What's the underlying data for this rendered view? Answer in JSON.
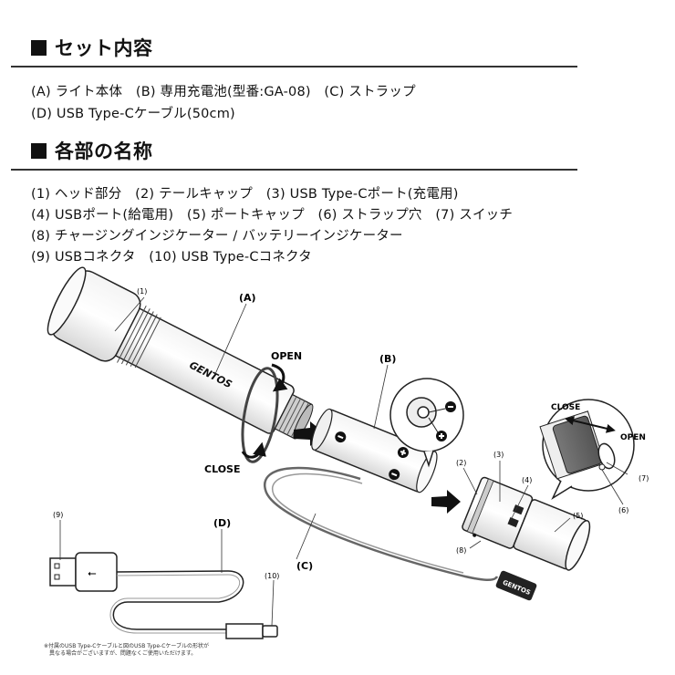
{
  "section1": {
    "title": "セット内容",
    "lines": [
      "(A) ライト本体　(B) 専用充電池(型番:GA-08)　(C) ストラップ",
      "(D) USB Type-Cケーブル(50cm)"
    ]
  },
  "section2": {
    "title": "各部の名称",
    "lines": [
      "(1) ヘッド部分　(2) テールキャップ　(3) USB Type-Cポート(充電用)",
      "(4) USBポート(給電用)　(5) ポートキャップ　(6) ストラップ穴　(7) スイッチ",
      "(8) チャージングインジケーター / バッテリーインジケーター",
      "(9) USBコネクタ　(10) USB Type-Cコネクタ"
    ]
  },
  "diagram": {
    "labels": {
      "l1": "(1)",
      "lA": "(A)",
      "lB": "(B)",
      "lC": "(C)",
      "lD": "(D)",
      "l2": "(2)",
      "l3": "(3)",
      "l4": "(4)",
      "l5": "(5)",
      "l6": "(6)",
      "l7": "(7)",
      "l8": "(8)",
      "l9": "(9)",
      "l10": "(10)"
    },
    "open": "OPEN",
    "close": "CLOSE",
    "close_small": "CLOSE",
    "open_small": "OPEN",
    "brand": "GENTOS",
    "strap_brand": "GENTOS",
    "plus": "+",
    "minus": "−"
  },
  "note": {
    "line1": "※付属のUSB Type-Cケーブルと図のUSB Type-Cケーブルの形状が",
    "line2": "　異なる場合がございますが、問題なくご使用いただけます。"
  }
}
